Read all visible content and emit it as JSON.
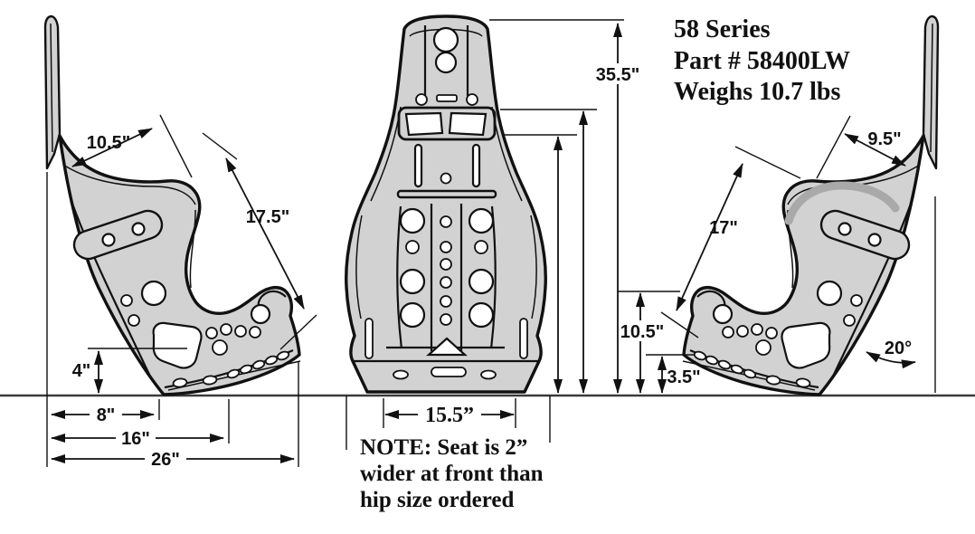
{
  "title": {
    "series": "58 Series",
    "part": "Part # 58400LW",
    "weight": "Weighs 10.7 lbs"
  },
  "note": {
    "line1": "NOTE:  Seat is 2”",
    "line2": "wider at front than",
    "line3": "hip size ordered"
  },
  "dims": {
    "left": {
      "top_width": "10.5\"",
      "back_length": "17.5\"",
      "rear_height": "4\"",
      "depth_front": "8\"",
      "depth_mid": "16\"",
      "depth_total": "26\""
    },
    "front": {
      "total_height": "35.5\"",
      "bottom_width": "15.5”"
    },
    "right": {
      "top_width": "9.5\"",
      "back_length": "17\"",
      "bottom_height": "10.5\"",
      "flange_height": "3.5\"",
      "recline_angle": "20°"
    }
  },
  "colors": {
    "seat_fill": "#d2d2d2",
    "seat_shadow": "#a9a9a9",
    "outline": "#111111",
    "ground": "#3b3b3b",
    "background": "#ffffff"
  }
}
